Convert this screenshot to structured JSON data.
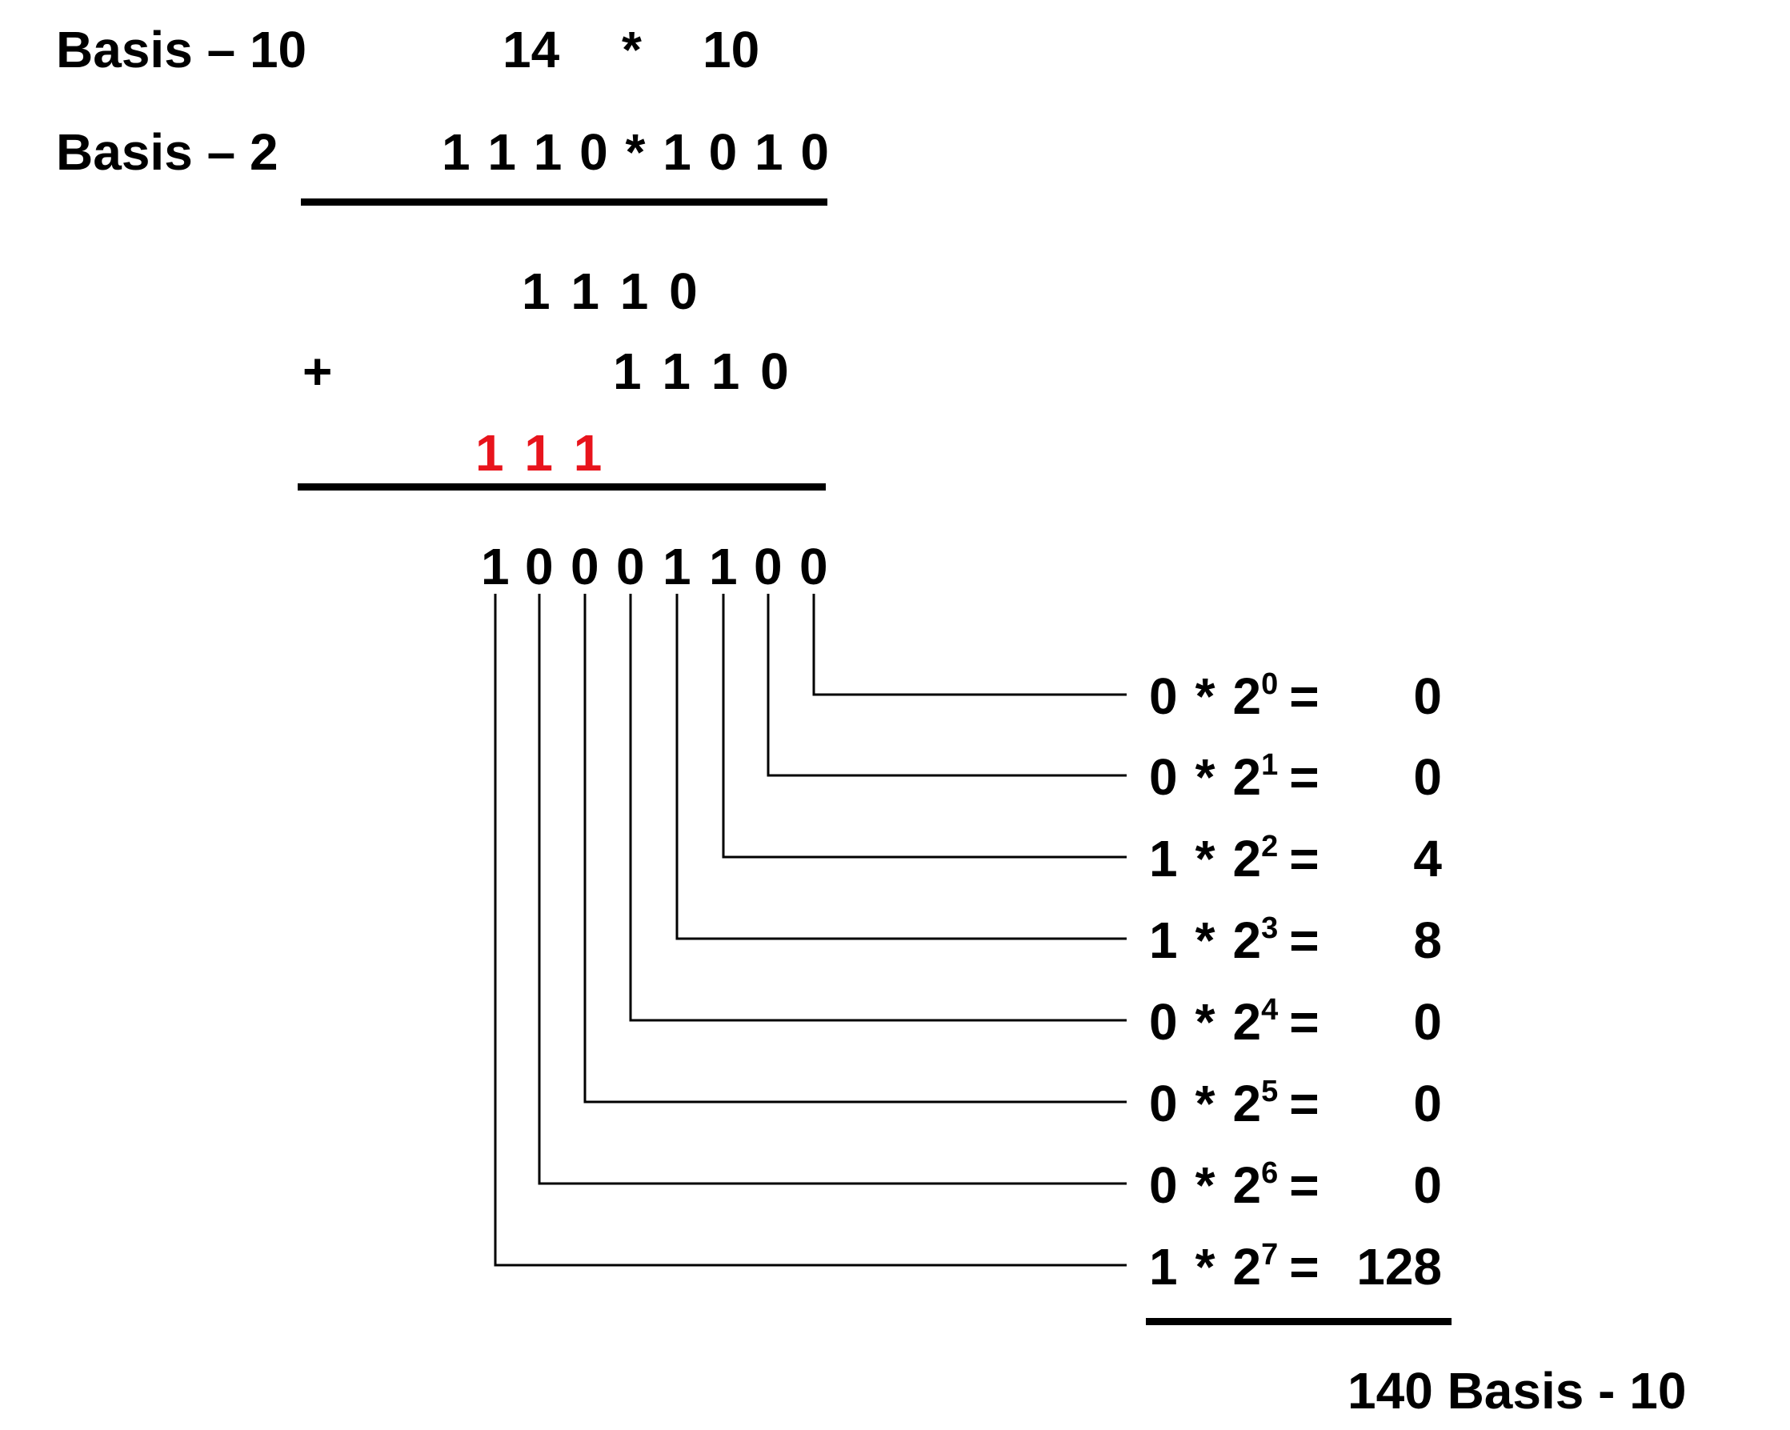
{
  "colors": {
    "text": "#000000",
    "carry": "#e8141c"
  },
  "header": {
    "base10_label": "Basis – 10",
    "base2_label": "Basis – 2",
    "base10_a": "14",
    "base10_op": "*",
    "base10_b": "10",
    "base2_expr": "1 1 1 0 * 1 0 1 0"
  },
  "addition": {
    "row1": "1 1 1 0",
    "plus": "+",
    "row2": "1 1 1 0",
    "carry": "1 1 1",
    "result_bits": [
      "1",
      "0",
      "0",
      "0",
      "1",
      "1",
      "0",
      "0"
    ]
  },
  "expansion": [
    {
      "digit": "1",
      "power": "7",
      "value": "128"
    },
    {
      "digit": "0",
      "power": "6",
      "value": "0"
    },
    {
      "digit": "0",
      "power": "5",
      "value": "0"
    },
    {
      "digit": "0",
      "power": "4",
      "value": "0"
    },
    {
      "digit": "1",
      "power": "3",
      "value": "8"
    },
    {
      "digit": "1",
      "power": "2",
      "value": "4"
    },
    {
      "digit": "0",
      "power": "1",
      "value": "0"
    },
    {
      "digit": "0",
      "power": "0",
      "value": "0"
    }
  ],
  "expansion_text": {
    "multiply": "*",
    "base": "2",
    "equals": "="
  },
  "total": "140 Basis - 10"
}
